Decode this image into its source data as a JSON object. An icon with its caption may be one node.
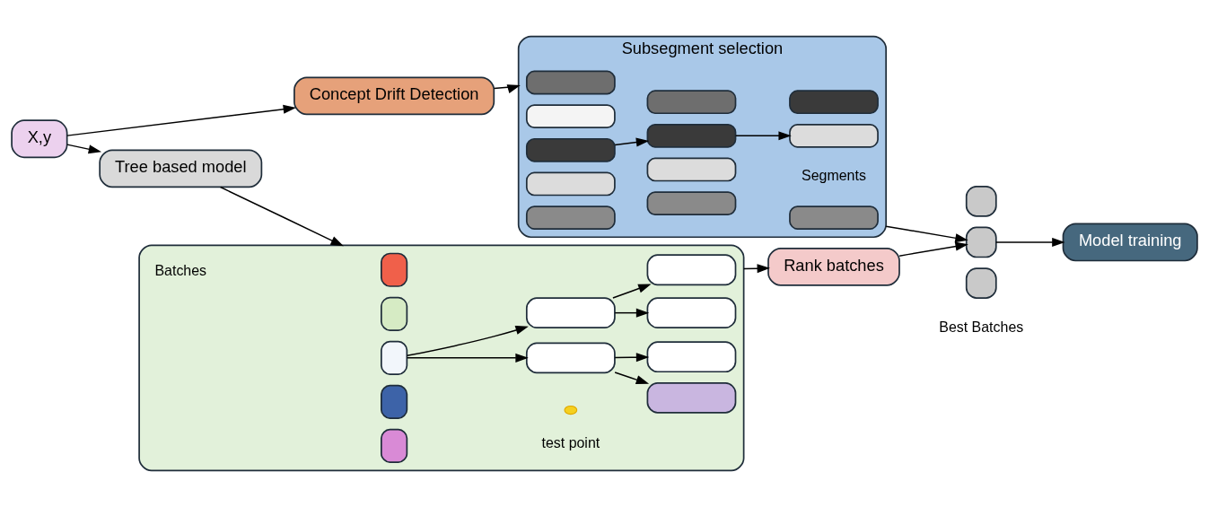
{
  "diagram": {
    "nodes": [
      {
        "text": [
          "X,y"
        ]
      },
      {
        "text": [
          "Concept Drift Detection"
        ]
      },
      {
        "text": [
          "Subsegment selection"
        ]
      },
      {
        "text": [],
        "shape": "box",
        "in": 2
      },
      {
        "text": [],
        "shape": "box",
        "in": 2
      },
      {
        "text": [],
        "shape": "box",
        "in": 2
      },
      {
        "text": [],
        "shape": "box",
        "in": 2
      },
      {
        "text": [],
        "shape": "box",
        "in": 2
      },
      {
        "text": [],
        "shape": "box",
        "in": 2
      },
      {
        "text": [],
        "shape": "box",
        "in": 2
      },
      {
        "text": [],
        "shape": "box",
        "in": 2
      },
      {
        "text": [],
        "shape": "box",
        "in": 2
      },
      {
        "text": [],
        "shape": "box",
        "in": 2
      },
      {
        "text": [],
        "shape": "box",
        "in": 2
      },
      {
        "text": [],
        "shape": "box",
        "in": 2
      },
      {
        "text": [
          "Tree based model"
        ]
      },
      {
        "text": [],
        "shape": "box"
      },
      {
        "text": [],
        "shape": "box",
        "in": 16
      },
      {
        "text": [],
        "shape": "box",
        "in": 16
      },
      {
        "text": [],
        "shape": "box",
        "in": 16
      },
      {
        "text": [],
        "shape": "box",
        "in": 16
      },
      {
        "text": [],
        "shape": "box",
        "in": 16
      },
      {
        "text": [],
        "shape": "box",
        "in": 16
      },
      {
        "text": [],
        "shape": "box",
        "in": 16
      },
      {
        "text": [],
        "shape": "box",
        "in": 16
      },
      {
        "text": [],
        "shape": "box",
        "in": 16
      },
      {
        "text": [],
        "shape": "box",
        "in": 16
      },
      {
        "text": [],
        "shape": "box",
        "in": 16
      },
      {
        "text": [
          "Rank batches"
        ]
      },
      {
        "text": [],
        "shape": "box"
      },
      {
        "text": [],
        "shape": "box"
      },
      {
        "text": [],
        "shape": "box"
      },
      {
        "text": [
          "Model training"
        ]
      }
    ],
    "edges": [
      {
        "from": 0,
        "to": 1,
        "arrow": "to"
      },
      {
        "from": 0,
        "to": 15,
        "arrow": "to"
      },
      {
        "from": 1,
        "to": 2,
        "arrow": "to"
      },
      {
        "from": 5,
        "to": 9,
        "arrow": "to"
      },
      {
        "from": 9,
        "to": 13,
        "arrow": "to"
      },
      {
        "from": 2,
        "to": 30,
        "arrow": "to"
      },
      {
        "from": 15,
        "to": 16,
        "arrow": "to"
      },
      {
        "from": 19,
        "to": 22,
        "arrow": "to"
      },
      {
        "from": 19,
        "to": 23,
        "arrow": "to"
      },
      {
        "from": 22,
        "to": 24,
        "arrow": "to"
      },
      {
        "from": 22,
        "to": 25,
        "arrow": "to"
      },
      {
        "from": 23,
        "to": 26,
        "arrow": "to"
      },
      {
        "from": 23,
        "to": 27,
        "arrow": "to"
      },
      {
        "from": 16,
        "to": 28,
        "arrow": "to"
      },
      {
        "from": 28,
        "to": 30,
        "arrow": "to"
      },
      {
        "from": 30,
        "to": 32,
        "arrow": "to"
      }
    ],
    "labels": [
      "Segments",
      "Batches",
      "Best Batches"
    ],
    "legend": [
      {
        "text": "test point"
      }
    ]
  }
}
